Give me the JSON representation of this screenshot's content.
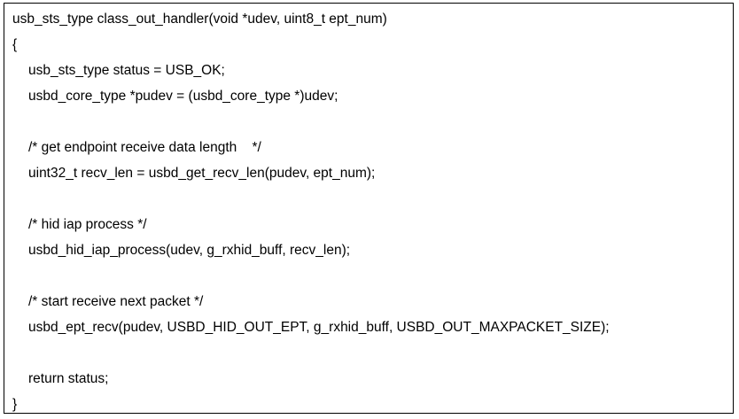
{
  "code": {
    "lines": [
      {
        "text": "usb_sts_type class_out_handler(void *udev, uint8_t ept_num)",
        "indent": false
      },
      {
        "text": "{",
        "indent": false
      },
      {
        "text": "usb_sts_type status = USB_OK;",
        "indent": true
      },
      {
        "text": "usbd_core_type *pudev = (usbd_core_type *)udev;",
        "indent": true
      },
      {
        "text": "",
        "indent": true
      },
      {
        "text": "/* get endpoint receive data length    */",
        "indent": true
      },
      {
        "text": "uint32_t recv_len = usbd_get_recv_len(pudev, ept_num);",
        "indent": true
      },
      {
        "text": "",
        "indent": true
      },
      {
        "text": "/* hid iap process */",
        "indent": true
      },
      {
        "text": "usbd_hid_iap_process(udev, g_rxhid_buff, recv_len);",
        "indent": true
      },
      {
        "text": "",
        "indent": true
      },
      {
        "text": "/* start receive next packet */",
        "indent": true
      },
      {
        "text": "usbd_ept_recv(pudev, USBD_HID_OUT_EPT, g_rxhid_buff, USBD_OUT_MAXPACKET_SIZE);",
        "indent": true
      },
      {
        "text": "",
        "indent": true
      },
      {
        "text": "return status;",
        "indent": true
      },
      {
        "text": "}",
        "indent": false
      }
    ]
  }
}
